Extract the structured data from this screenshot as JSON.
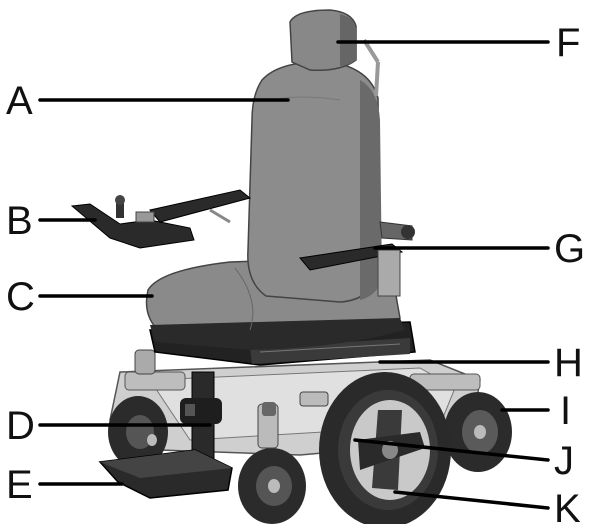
{
  "labels": {
    "A": "A",
    "B": "B",
    "C": "C",
    "D": "D",
    "E": "E",
    "F": "F",
    "G": "G",
    "H": "H",
    "I": "I",
    "J": "J",
    "K": "K"
  },
  "colors": {
    "seat": "#8f8f8f",
    "seat_dark": "#6b6b6b",
    "seat_shadow": "#4a4a4a",
    "frame": "#d6d6d6",
    "frame_dark": "#9a9a9a",
    "black": "#1b1b1b",
    "tire": "#2b2b2b",
    "hub": "#bdbdbd"
  }
}
